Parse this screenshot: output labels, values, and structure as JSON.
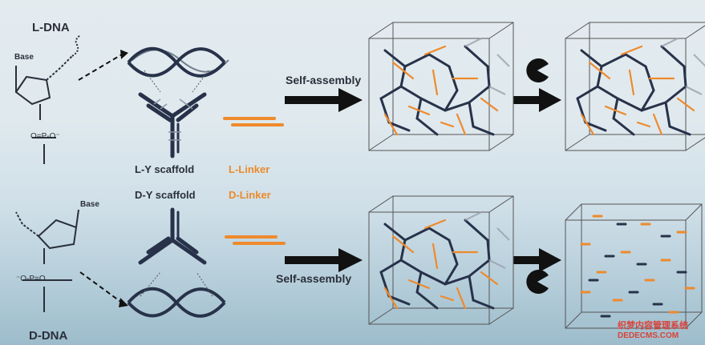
{
  "labels": {
    "l_dna": "L-DNA",
    "d_dna": "D-DNA",
    "base_top": "Base",
    "base_bottom": "Base",
    "l_y_scaffold": "L-Y scaffold",
    "l_linker": "L-Linker",
    "d_y_scaffold": "D-Y scaffold",
    "d_linker": "D-Linker",
    "self_assembly_top": "Self-assembly",
    "self_assembly_bottom": "Self-assembly",
    "phosphate_top": "O=P-O⁻",
    "phosphate_bottom": "⁻O-P=O"
  },
  "watermark": {
    "line1": "织梦内容管理系统",
    "line2": "DEDECMS.COM"
  },
  "colors": {
    "dark_strand": "#27324a",
    "orange_strand": "#ee8a2c",
    "arrow": "#111111",
    "enzyme": "#111111"
  },
  "icons": {
    "enzyme": "pacman-enzyme-icon",
    "arrow": "right-arrow-icon"
  }
}
